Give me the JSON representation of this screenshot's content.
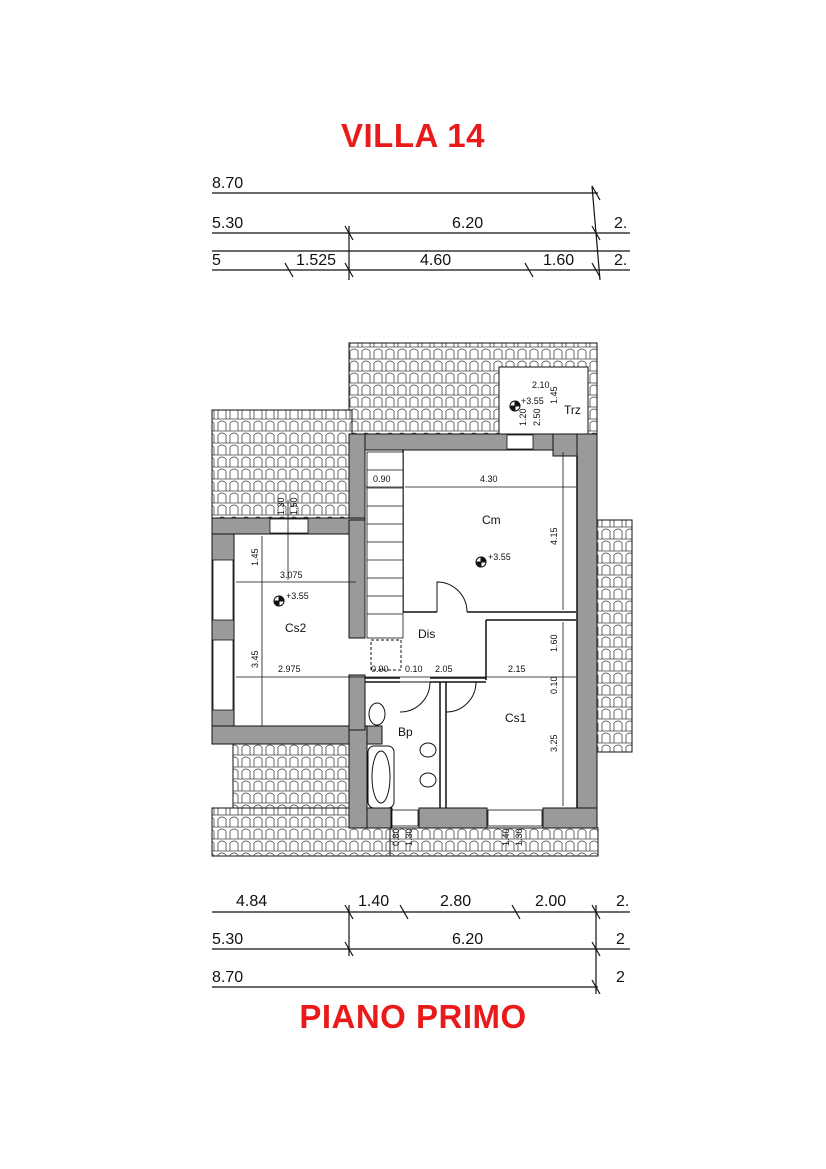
{
  "title_top": "VILLA 14",
  "title_bottom": "PIANO PRIMO",
  "top_dims": {
    "row1": [
      "8.70"
    ],
    "row2": [
      "5.30",
      "6.20",
      "2."
    ],
    "row3": [
      "5",
      "1.525",
      "4.60",
      "1.60",
      "2."
    ]
  },
  "bottom_dims": {
    "row1": [
      "4.84",
      "1.40",
      "2.80",
      "2.00",
      "2."
    ],
    "row2": [
      "5.30",
      "6.20",
      "2"
    ],
    "row3": [
      "8.70",
      "2"
    ]
  },
  "rooms": {
    "cm": "Cm",
    "cs2": "Cs2",
    "cs1": "Cs1",
    "dis": "Dis",
    "bp": "Bp",
    "trz": "Trz"
  },
  "inner_dims": {
    "d_090a": "0.90",
    "d_430": "4.30",
    "d_415": "4.15",
    "d_355_cm": "+3.55",
    "d_145": "1.45",
    "d_3075": "3.075",
    "d_355_cs2": "+3.55",
    "d_345": "3.45",
    "d_2975": "2.975",
    "d_090b": "0.90",
    "d_010a": "0.10",
    "d_205": "2.05",
    "d_215": "2.15",
    "d_160": "1.60",
    "d_010b": "0.10",
    "d_325": "3.25",
    "d_210": "2.10",
    "d_145t": "1.45",
    "d_355_trz": "+3.55",
    "d_120": "1.20",
    "d_250": "2.50",
    "d_130a": "1.30",
    "d_150a": "1.50",
    "d_080": "0.80",
    "d_130b": "1.30",
    "d_140": "1.40",
    "d_130c": "1.30"
  },
  "colors": {
    "title": "#ea1a1a",
    "wall": "#9a9a9a",
    "line": "#111111"
  }
}
